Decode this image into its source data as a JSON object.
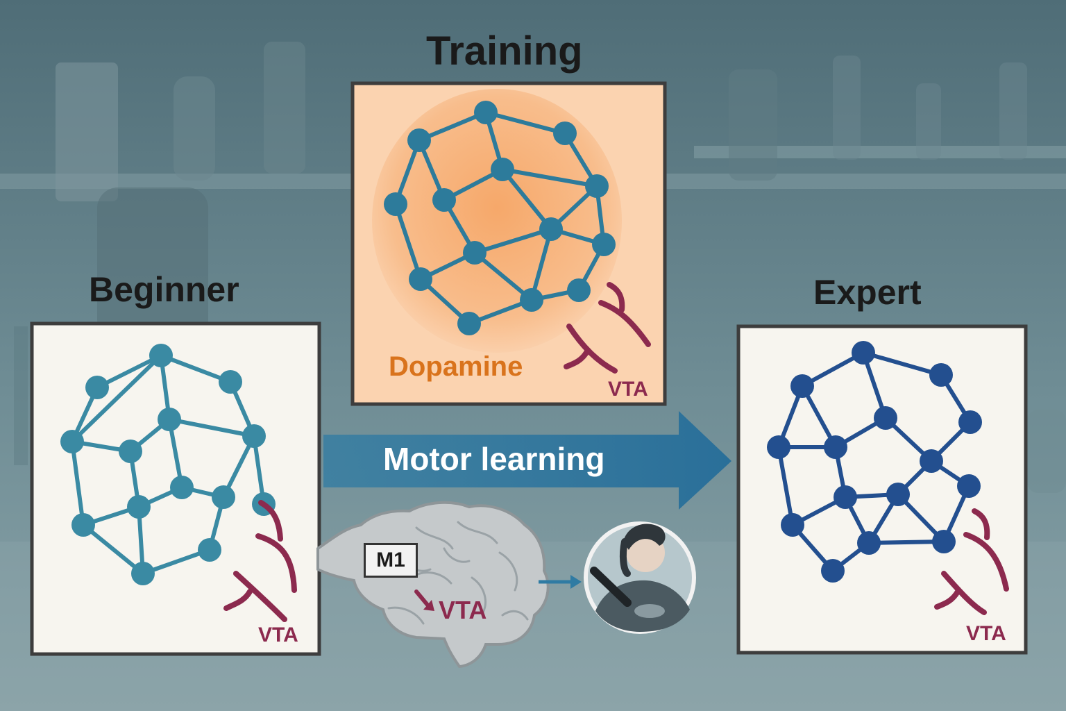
{
  "panels": {
    "beginner": {
      "title": "Beginner",
      "vta": "VTA"
    },
    "training": {
      "title": "Training",
      "dopamine": "Dopamine",
      "vta": "VTA"
    },
    "expert": {
      "title": "Expert",
      "vta": "VTA"
    }
  },
  "arrow": {
    "label": "Motor learning"
  },
  "brain": {
    "region_m1": "M1",
    "region_vta": "VTA"
  },
  "colors": {
    "network_beginner": "#3a8aa3",
    "network_training": "#2d7b9b",
    "network_expert": "#234f8f",
    "vta_projection": "#8c2a4e",
    "dopamine_glow": "#f6b27a",
    "dopamine_text": "#d9731c",
    "arrow": "#2f7ba3"
  },
  "icons": [
    "neural-network-icon",
    "vta-axon-icon",
    "brain-icon",
    "person-icon",
    "arrow-icon"
  ]
}
